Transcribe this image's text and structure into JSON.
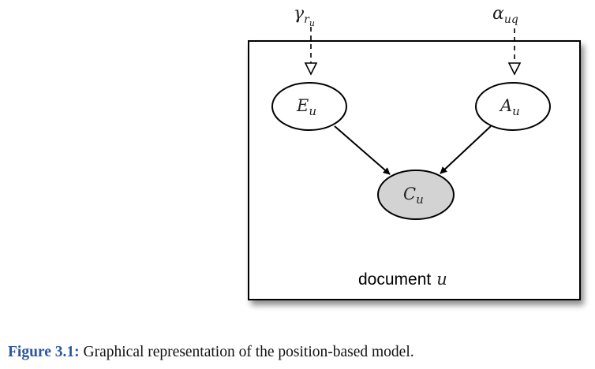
{
  "diagram": {
    "top_inputs": {
      "gamma": {
        "symbol": "γ",
        "sub": "r",
        "subsub": "u"
      },
      "alpha": {
        "symbol": "α",
        "sub": "uq"
      }
    },
    "nodes": {
      "E": {
        "symbol": "E",
        "sub": "u",
        "fill": "#ffffff"
      },
      "A": {
        "symbol": "A",
        "sub": "u",
        "fill": "#ffffff"
      },
      "C": {
        "symbol": "C",
        "sub": "u",
        "fill": "#d3d3d3"
      }
    },
    "plate": {
      "label_text": "document",
      "label_var": "u"
    }
  },
  "caption": {
    "label": "Figure 3.1:",
    "text": "Graphical representation of the position-based model."
  },
  "colors": {
    "caption_label": "#2b56a0",
    "edge": "#000000",
    "observed_node": "#d3d3d3"
  }
}
